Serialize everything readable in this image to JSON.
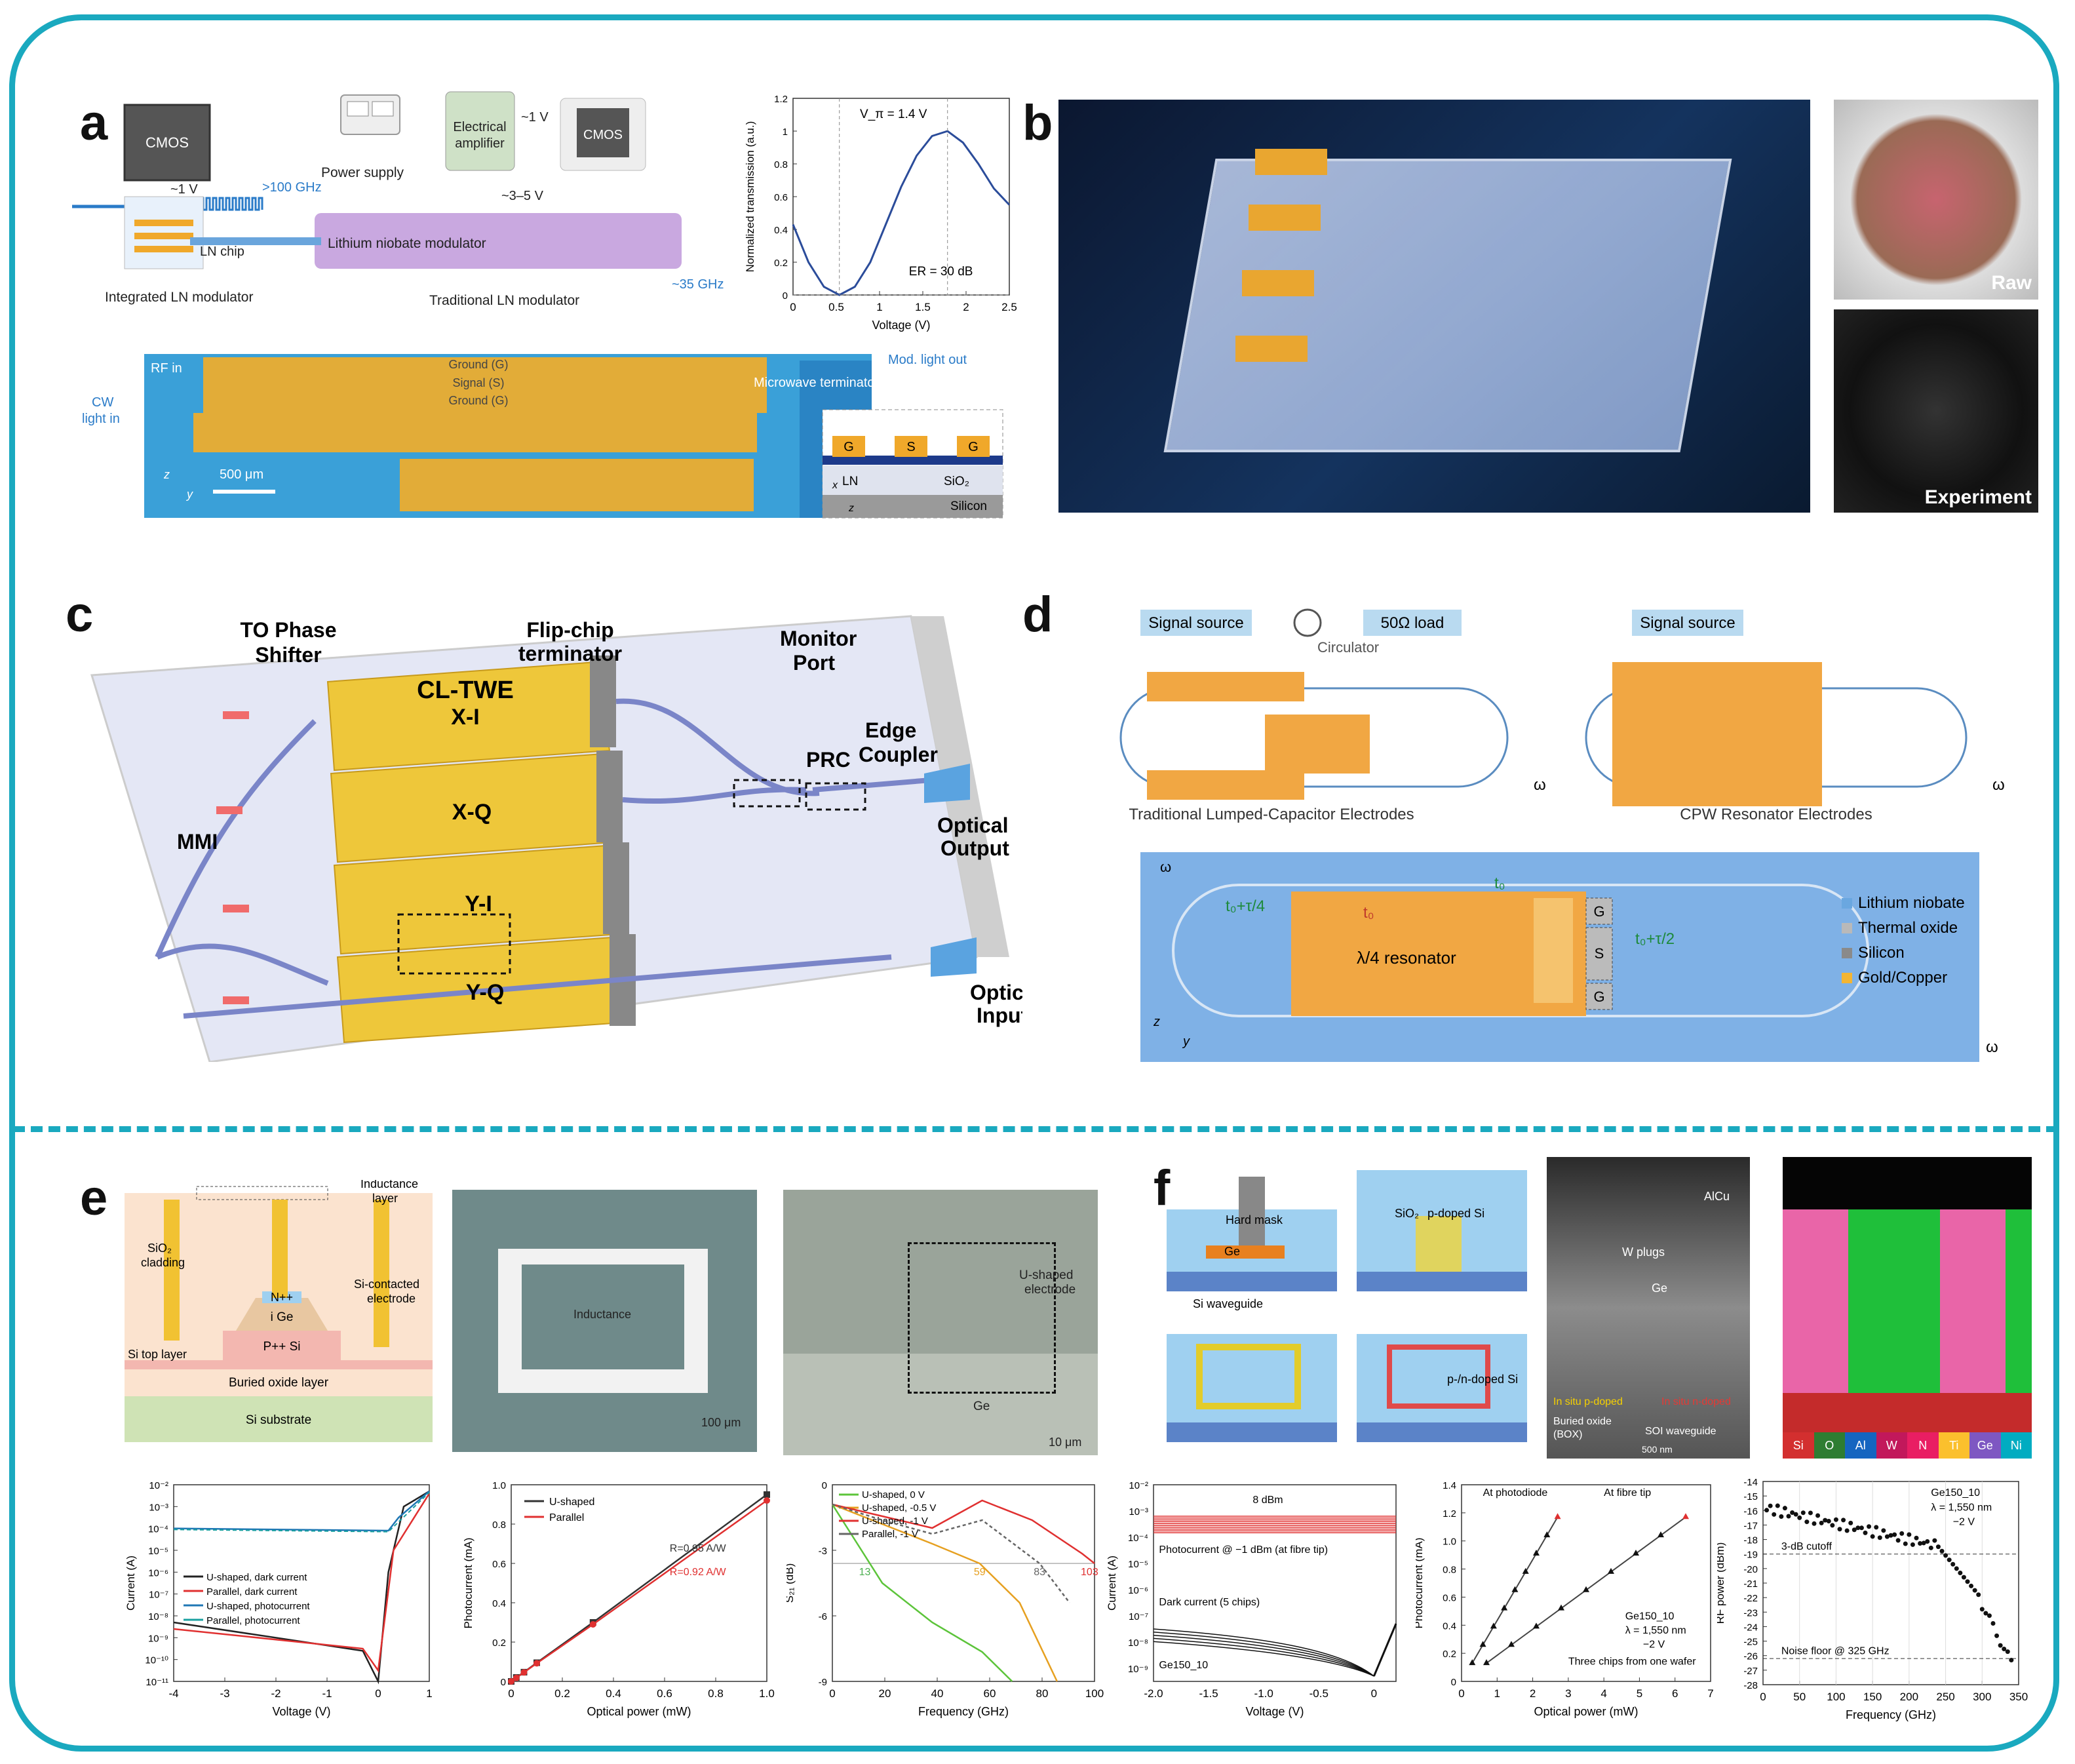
{
  "labels": {
    "a": "a",
    "b": "b",
    "c": "c",
    "d": "d",
    "e": "e",
    "f": "f"
  },
  "a": {
    "cmos": "CMOS",
    "v1": "~1 V",
    "ghz100": ">100 GHz",
    "lnchip": "LN chip",
    "integrated": "Integrated LN modulator",
    "power": "Power supply",
    "elec1": "Electrical",
    "elec2": "amplifier",
    "v1b": "~1 V",
    "cmos2": "CMOS",
    "v35": "~3–5 V",
    "lnmod": "Lithium niobate modulator",
    "ghz35": "~35 GHz",
    "traditional": "Traditional LN modulator",
    "rfin": "RF in",
    "cw1": "CW",
    "cw2": "light in",
    "ground1": "Ground (G)",
    "signal": "Signal (S)",
    "ground2": "Ground (G)",
    "terminator": "Microwave terminator",
    "modout": "Mod. light out",
    "scale": "500 μm",
    "z": "z",
    "y": "y",
    "g1": "G",
    "s": "S",
    "g2": "G",
    "ln": "LN",
    "sio2": "SiO₂",
    "silicon": "Silicon",
    "x": "x",
    "z2": "z"
  },
  "a_chart": {
    "type": "line",
    "ylabel": "Normalized transmission (a.u.)",
    "xlabel": "Voltage (V)",
    "xlim": [
      0,
      2.8
    ],
    "ylim": [
      0,
      1.2
    ],
    "xticks": [
      "0",
      "0.5",
      "1",
      "1.5",
      "2",
      "2.5"
    ],
    "yticks": [
      "0",
      "0.2",
      "0.4",
      "0.6",
      "0.8",
      "1",
      "1.2"
    ],
    "vpi": "V_π = 1.4 V",
    "er": "ER = 30 dB",
    "x": [
      0,
      0.2,
      0.4,
      0.6,
      0.8,
      1.0,
      1.2,
      1.4,
      1.6,
      1.8,
      2.0,
      2.2,
      2.4,
      2.6,
      2.8
    ],
    "values": [
      0.43,
      0.2,
      0.05,
      0.0,
      0.05,
      0.2,
      0.43,
      0.66,
      0.85,
      0.97,
      1.0,
      0.93,
      0.8,
      0.65,
      0.55
    ]
  },
  "b": {
    "raw": "Raw",
    "experiment": "Experiment"
  },
  "c": {
    "to1": "TO Phase",
    "to2": "Shifter",
    "flip1": "Flip-chip",
    "flip2": "terminator",
    "clt": "CL-TWE",
    "xi": "X-I",
    "xq": "X-Q",
    "yi": "Y-I",
    "yq": "Y-Q",
    "monitor1": "Monitor",
    "monitor2": "Port",
    "prc": "PRC",
    "edge1": "Edge",
    "edge2": "Coupler",
    "optout1": "Optical",
    "optout2": "Output",
    "optin1": "Optical",
    "optin2": "Input",
    "mmi": "MMI"
  },
  "d": {
    "sig1": "Signal source",
    "load": "50Ω load",
    "circ": "Circulator",
    "sig2": "Signal source",
    "trad": "Traditional Lumped-Capacitor Electrodes",
    "cpw": "CPW Resonator Electrodes",
    "omega": "ω",
    "t0": "t₀",
    "t0b": "t₀",
    "t4": "t₀+τ/4",
    "t2": "t₀+τ/2",
    "res": "λ/4 resonator",
    "g1": "G",
    "s": "S",
    "g2": "G",
    "z": "z",
    "y": "y",
    "legend": [
      {
        "label": "Lithium niobate",
        "color": "#6aa7e0"
      },
      {
        "label": "Thermal oxide",
        "color": "#b9b9b9"
      },
      {
        "label": "Silicon",
        "color": "#8a8a8a"
      },
      {
        "label": "Gold/Copper",
        "color": "#f3b533"
      }
    ]
  },
  "e": {
    "ind1": "Inductance",
    "ind2": "layer",
    "sio1": "SiO₂",
    "sio2": "cladding",
    "npp": "N++",
    "ige": "i Ge",
    "sic1": "Si-contacted",
    "sic2": "electrode",
    "ppsi": "P++ Si",
    "sitop": "Si top layer",
    "box": "Buried oxide layer",
    "sub": "Si substrate",
    "inductance": "Inductance",
    "s100": "100 μm",
    "ush1": "U-shaped",
    "ush2": "electrode",
    "ge": "Ge",
    "s10": "10 μm"
  },
  "e_iv": {
    "type": "line",
    "ylabel": "Current (A)",
    "xlabel": "Voltage (V)",
    "xlim": [
      -4,
      1
    ],
    "xticks": [
      "-4",
      "-3",
      "-2",
      "-1",
      "0",
      "1"
    ],
    "yticks": [
      "10⁻²",
      "10⁻³",
      "10⁻⁴",
      "10⁻⁵",
      "10⁻⁶",
      "10⁻⁷",
      "10⁻⁸",
      "10⁻⁹",
      "10⁻¹⁰",
      "10⁻¹¹"
    ],
    "series": [
      {
        "name": "U-shaped, dark current",
        "color": "#222"
      },
      {
        "name": "Parallel, dark current",
        "color": "#e03030"
      },
      {
        "name": "U-shaped, photocurrent",
        "color": "#1f77b4"
      },
      {
        "name": "Parallel, photocurrent",
        "color": "#19a0a0"
      }
    ]
  },
  "e_pc": {
    "type": "line",
    "ylabel": "Photocurrent (mA)",
    "xlabel": "Optical power (mW)",
    "xlim": [
      0,
      1
    ],
    "ylim": [
      0,
      1
    ],
    "xticks": [
      "0",
      "0.2",
      "0.4",
      "0.6",
      "0.8",
      "1.0"
    ],
    "yticks": [
      "0",
      "0.2",
      "0.4",
      "0.6",
      "0.8",
      "1.0"
    ],
    "r1": "R=0.95 A/W",
    "r2": "R=0.92 A/W",
    "series": [
      {
        "name": "U-shaped",
        "color": "#333",
        "x": [
          0,
          0.02,
          0.05,
          0.1,
          0.32,
          1.0
        ],
        "values": [
          0,
          0.02,
          0.047,
          0.095,
          0.3,
          0.95
        ]
      },
      {
        "name": "Parallel",
        "color": "#e03030",
        "x": [
          0,
          0.02,
          0.05,
          0.1,
          0.32,
          1.0
        ],
        "values": [
          0,
          0.018,
          0.046,
          0.092,
          0.29,
          0.92
        ]
      }
    ]
  },
  "e_s21": {
    "type": "line",
    "ylabel": "S₂₁ (dB)",
    "xlabel": "Frequency (GHz)",
    "xlim": [
      0,
      105
    ],
    "ylim": [
      -9,
      1
    ],
    "xticks": [
      "0",
      "20",
      "40",
      "60",
      "80",
      "100"
    ],
    "yticks": [
      "0",
      "-3",
      "-6",
      "-9"
    ],
    "marks": [
      {
        "t": "13",
        "c": "#4caf50",
        "x": 13
      },
      {
        "t": "59",
        "c": "#e6a020",
        "x": 59
      },
      {
        "t": "83",
        "c": "#666",
        "x": 83
      },
      {
        "t": "103",
        "c": "#e03030",
        "x": 103
      }
    ],
    "series": [
      {
        "name": "U-shaped,    0 V",
        "color": "#5cc43a"
      },
      {
        "name": "U-shaped, -0.5 V",
        "color": "#e6a020"
      },
      {
        "name": "U-shaped,   -1 V",
        "color": "#e03030"
      },
      {
        "name": "Parallel,     -1 V",
        "color": "#666"
      }
    ]
  },
  "f": {
    "hard": "Hard mask",
    "ge": "Ge",
    "siwg": "Si waveguide",
    "sio2": "SiO₂",
    "pdsi": "p-doped Si",
    "pndsi": "p-/n-doped Si",
    "alcu": "AlCu",
    "wplugs": "W plugs",
    "ge2": "Ge",
    "insitup": "In situ p-doped",
    "insitun": "In situ n-doped",
    "box1": "Buried oxide",
    "box2": "(BOX)",
    "soi": "SOI waveguide",
    "nm500": "500 nm",
    "elements": [
      {
        "t": "Si",
        "c": "#d32f2f"
      },
      {
        "t": "O",
        "c": "#2e7d32"
      },
      {
        "t": "Al",
        "c": "#1565c0"
      },
      {
        "t": "W",
        "c": "#c2185b"
      },
      {
        "t": "N",
        "c": "#e91e63"
      },
      {
        "t": "Ti",
        "c": "#fbc02d"
      },
      {
        "t": "Ge",
        "c": "#7e57c2"
      },
      {
        "t": "Ni",
        "c": "#00acc1"
      }
    ]
  },
  "f_iv": {
    "type": "line",
    "ylabel": "Current (A)",
    "xlabel": "Voltage (V)",
    "xlim": [
      -2,
      0.2
    ],
    "xticks": [
      "-2.0",
      "-1.5",
      "-1.0",
      "-0.5",
      "0"
    ],
    "yticks": [
      "10⁻²",
      "10⁻³",
      "10⁻⁴",
      "10⁻⁵",
      "10⁻⁶",
      "10⁻⁷",
      "10⁻⁸",
      "10⁻⁹"
    ],
    "dbm8": "8 dBm",
    "photo": "Photocurrent @ −1 dBm (at fibre tip)",
    "dark": "Dark current (5 chips)",
    "name": "Ge150_10"
  },
  "f_pc": {
    "type": "scatter",
    "ylabel": "Photocurrent (mA)",
    "xlabel": "Optical power (mW)",
    "xlim": [
      0,
      7
    ],
    "ylim": [
      0,
      1.4
    ],
    "xticks": [
      "0",
      "1",
      "2",
      "3",
      "4",
      "5",
      "6",
      "7"
    ],
    "yticks": [
      "0",
      "0.2",
      "0.4",
      "0.6",
      "0.8",
      "1.0",
      "1.2",
      "1.4"
    ],
    "atpd": "At photodiode",
    "atft": "At fibre tip",
    "n1": "Ge150_10",
    "n2": "λ = 1,550 nm",
    "n3": "−2 V",
    "n4": "Three chips from one wafer",
    "series": [
      {
        "name": "At photodiode",
        "x": [
          0.3,
          0.6,
          0.9,
          1.2,
          1.5,
          1.8,
          2.1,
          2.4,
          2.7
        ],
        "values": [
          0.13,
          0.26,
          0.39,
          0.52,
          0.65,
          0.78,
          0.91,
          1.04,
          1.17
        ]
      },
      {
        "name": "At fibre tip",
        "x": [
          0.7,
          1.4,
          2.1,
          2.8,
          3.5,
          4.2,
          4.9,
          5.6,
          6.3
        ],
        "values": [
          0.13,
          0.26,
          0.39,
          0.52,
          0.65,
          0.78,
          0.91,
          1.04,
          1.17
        ]
      }
    ]
  },
  "f_rf": {
    "type": "scatter",
    "ylabel": "RF power (dBm)",
    "xlabel": "Frequency (GHz)",
    "xlim": [
      0,
      350
    ],
    "ylim": [
      -28,
      -14
    ],
    "xticks": [
      "0",
      "50",
      "100",
      "150",
      "200",
      "250",
      "300",
      "350"
    ],
    "yticks": [
      "-14",
      "-15",
      "-16",
      "-17",
      "-18",
      "-19",
      "-20",
      "-21",
      "-22",
      "-23",
      "-24",
      "-25",
      "-26",
      "-27",
      "-28"
    ],
    "n1": "Ge150_10",
    "n2": "λ = 1,550 nm",
    "n3": "−2 V",
    "cutoff": "3-dB cutoff",
    "noise": "Noise floor @ 325 GHz"
  }
}
